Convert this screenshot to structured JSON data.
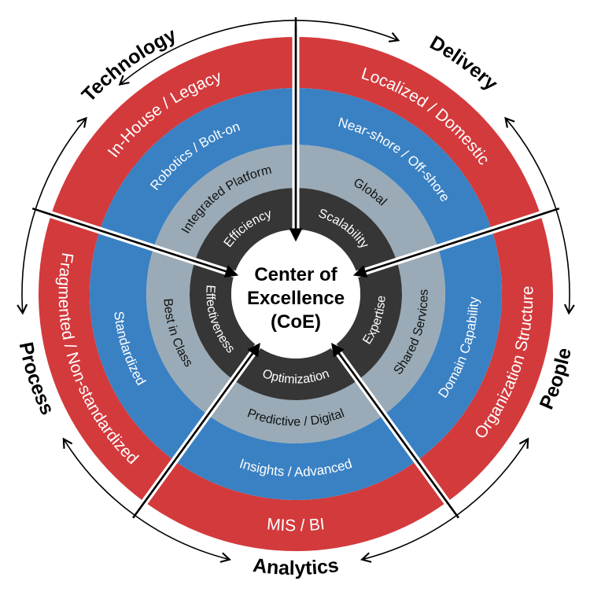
{
  "colors": {
    "red_ring": "#d33a3c",
    "blue_ring": "#3a81c3",
    "gray_ring": "#9aabb7",
    "dark_ring": "#363636",
    "center": "#ffffff",
    "text_light": "#ffffff",
    "text_dark": "#111111"
  },
  "center": {
    "line1": "Center of",
    "line2": "Excellence",
    "line3": "(CoE)"
  },
  "dimensions": [
    {
      "name": "Delivery",
      "rings": [
        "Localized / Domestic",
        "Near-shore / Off-shore",
        "Global",
        "Scalability"
      ]
    },
    {
      "name": "People",
      "rings": [
        "Organization Structure",
        "Domain Capability",
        "Shared Services",
        "Expertise"
      ]
    },
    {
      "name": "Analytics",
      "rings": [
        "MIS / BI",
        "Insights / Advanced",
        "Predictive / Digital",
        "Optimization"
      ]
    },
    {
      "name": "Process",
      "rings": [
        "Fragmented / Non-standardized",
        "Standardized",
        "Best in Class",
        "Effectiveness"
      ]
    },
    {
      "name": "Technology",
      "rings": [
        "In-House / Legacy",
        "Robotics / Bolt-on",
        "Integrated Platform",
        "Efficiency"
      ]
    }
  ]
}
